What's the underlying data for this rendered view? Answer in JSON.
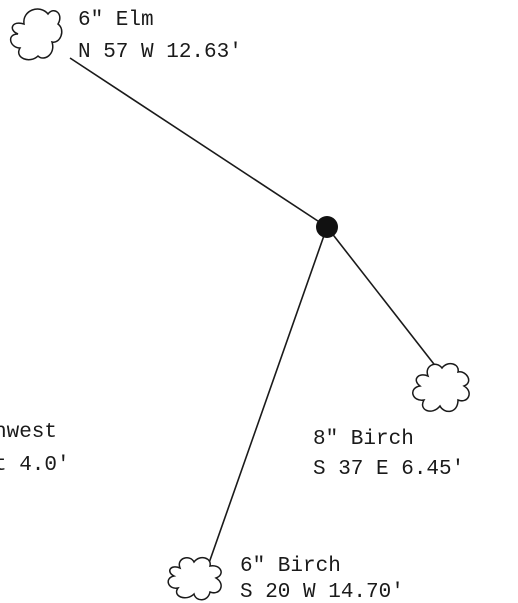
{
  "trees": {
    "elm_6": {
      "size_label": "6\" Elm",
      "bearing_label": "N 57 W 12.63'",
      "icon": "tree-cloud-icon"
    },
    "birch_8": {
      "size_label": "8\" Birch",
      "bearing_label": "S 37 E 6.45'",
      "icon": "tree-cloud-icon"
    },
    "birch_6": {
      "size_label": "6\" Birch",
      "bearing_label": "S 20 W 14.70'",
      "icon": "tree-cloud-icon"
    }
  },
  "partial_labels": {
    "west_line_1": "hwest",
    "west_line_2": "t 4.0'"
  },
  "colors": {
    "ink": "#1a1a1a",
    "background": "#ffffff"
  }
}
